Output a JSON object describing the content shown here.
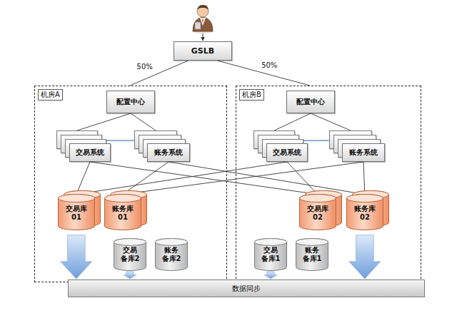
{
  "diagram": {
    "nodes": [
      {
        "text": [
          "GSLB"
        ]
      },
      {
        "text": [
          "机房A"
        ]
      },
      {
        "text": [
          "配置中心"
        ],
        "in": 1
      },
      {
        "text": [
          "交易系统"
        ],
        "in": 1
      },
      {
        "text": [
          "账务系统"
        ],
        "in": 1
      },
      {
        "text": [
          "交易库 01"
        ],
        "in": 1
      },
      {
        "text": [
          "账务库 01"
        ],
        "in": 1
      },
      {
        "text": [
          "交易 备库2"
        ],
        "in": 1
      },
      {
        "text": [
          "账务 备库2"
        ],
        "in": 1
      },
      {
        "text": [
          "机房B"
        ]
      },
      {
        "text": [
          "配置中心"
        ],
        "in": 9
      },
      {
        "text": [
          "交易系统"
        ],
        "in": 9
      },
      {
        "text": [
          "账务系统"
        ],
        "in": 9
      },
      {
        "text": [
          "交易库 02"
        ],
        "in": 9
      },
      {
        "text": [
          "账务库 02"
        ],
        "in": 9
      },
      {
        "text": [
          "交易 备库1"
        ],
        "in": 9
      },
      {
        "text": [
          "账务 备库1"
        ],
        "in": 9
      },
      {
        "text": [
          "数据同步"
        ]
      }
    ],
    "edges": [
      {
        "from": 0,
        "to": 1,
        "label": "50%",
        "arrow": "none"
      },
      {
        "from": 0,
        "to": 9,
        "label": "50%",
        "arrow": "none"
      },
      {
        "from": 2,
        "to": 3,
        "arrow": "none"
      },
      {
        "from": 2,
        "to": 4,
        "arrow": "none"
      },
      {
        "from": 3,
        "to": 4,
        "arrow": "to"
      },
      {
        "from": 10,
        "to": 11,
        "arrow": "none"
      },
      {
        "from": 10,
        "to": 12,
        "arrow": "none"
      },
      {
        "from": 11,
        "to": 12,
        "arrow": "to"
      },
      {
        "from": 3,
        "to": 5,
        "arrow": "to"
      },
      {
        "from": 3,
        "to": 13,
        "arrow": "to"
      },
      {
        "from": 4,
        "to": 6,
        "arrow": "to"
      },
      {
        "from": 4,
        "to": 14,
        "arrow": "to"
      },
      {
        "from": 11,
        "to": 13,
        "arrow": "to"
      },
      {
        "from": 11,
        "to": 5,
        "arrow": "to"
      },
      {
        "from": 12,
        "to": 14,
        "arrow": "to"
      },
      {
        "from": 12,
        "to": 6,
        "arrow": "to"
      },
      {
        "from": 5,
        "to": 17,
        "arrow": "to"
      },
      {
        "from": 14,
        "to": 17,
        "arrow": "to"
      },
      {
        "from": 7,
        "to": 17,
        "arrow": "to"
      },
      {
        "from": 15,
        "to": 17,
        "arrow": "to"
      }
    ]
  }
}
